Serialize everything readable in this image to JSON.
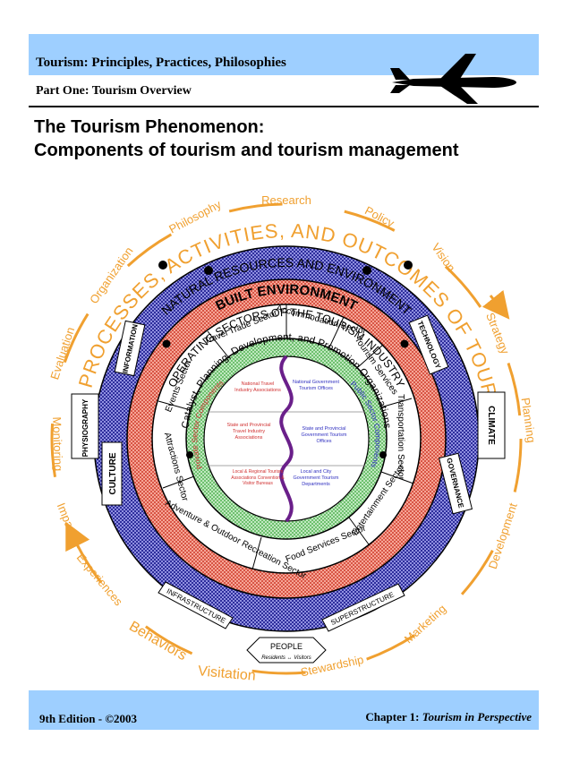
{
  "header": {
    "series_title": "Tourism: Principles, Practices, Philosophies",
    "part_title": "Part One: Tourism Overview",
    "title_line1": "The Tourism Phenomenon:",
    "title_line2": "Components of tourism and tourism management"
  },
  "footer": {
    "edition": "9th Edition  - ©2003",
    "chapter_label": "Chapter 1:",
    "chapter_title": "Tourism in Perspective"
  },
  "diagram": {
    "outer_arc_title": "THE PROCESSES, ACTIVITIES, AND OUTCOMES OF TOURISM",
    "outer_terms": [
      "Research",
      "Policy",
      "Philosophy",
      "Organization",
      "Vision",
      "Strategy",
      "Planning",
      "Development",
      "Marketing",
      "Stewardship",
      "Visitation",
      "Behaviors",
      "Experiences",
      "Impacts",
      "Monitoring",
      "Evaluation"
    ],
    "natural_ring_title": "NATURAL RESOURCES AND ENVIRONMENT",
    "natural_items": [
      "INFORMATION",
      "PHYSIOGRAPHY",
      "CULTURE",
      "TECHNOLOGY",
      "CLIMATE",
      "GOVERNANCE"
    ],
    "built_ring_title": "BUILT ENVIRONMENT",
    "built_items": [
      "INFRASTRUCTURE",
      "SUPERSTRUCTURE"
    ],
    "people_label": "PEOPLE",
    "people_sub": "Residents  ↔  Visitors",
    "sectors_title": "OPERATING SECTORS OF THE TOURISM INDUSTRY",
    "sectors": [
      "Travel Trade Sector",
      "Accommodation Sector",
      "Tourism Services",
      "Transportation Sector",
      "Entertainment Sector",
      "Food Services Sector",
      "Adventure & Outdoor Recreation Sector",
      "Attractions Sector",
      "Events Sector"
    ],
    "catalyst_title": "Catalyst, Planning, Development, and Promotion Organizations",
    "private_label": "Private Sector Components",
    "public_label": "Public Sector Components",
    "private_orgs": [
      "National Travel Industry Associations",
      "State and Provincial Travel Industry Associations",
      "Local & Regional Tourism Associations Convention & Visitor Bureaus"
    ],
    "public_orgs": [
      "National Government Tourism Offices",
      "State and Provincial Government Tourism Offices",
      "Local and City Government Tourism Departments"
    ],
    "colors": {
      "purple_ring": "#5050c8",
      "built_ring": "#f08070",
      "green_ring": "#8fd48f",
      "orange": "#f0a030",
      "wave": "#6a1f8a"
    }
  }
}
